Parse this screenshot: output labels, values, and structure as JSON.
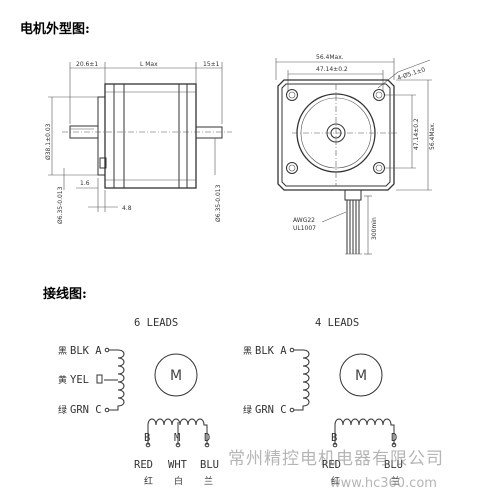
{
  "headings": {
    "outline": "电机外型图:",
    "wiring": "接线图:"
  },
  "dimensions": {
    "front_shaft_length": "20.6±1",
    "body_length": "L Max",
    "rear_shaft_length": "15±1",
    "flange_dia": "Ø38.1±0.03",
    "shaft_dia_front": "Ø6.35-0.013",
    "shaft_dia_rear": "Ø6.35-0.013",
    "flat_depth": "1.6",
    "flange_thickness": "4.8",
    "body_width": "56.4Max.",
    "hole_spacing_h": "47.14±0.2",
    "hole_spacing_v": "47.14±0.2",
    "body_height": "56.4Max.",
    "hole_spec": "4-Ø5.1±0",
    "wire_length": "300min",
    "wire_spec_1": "AWG22",
    "wire_spec_2": "UL1007"
  },
  "diagrams": {
    "six_leads": {
      "title": "6 LEADS",
      "motor_symbol": "M",
      "left_labels": [
        {
          "cn": "黑",
          "en": "BLK A"
        },
        {
          "cn": "黄",
          "en": "YEL"
        },
        {
          "cn": "绿",
          "en": "GRN C"
        }
      ],
      "bottom_labels": [
        {
          "letter": "B",
          "en": "RED",
          "cn": "红"
        },
        {
          "letter": "M",
          "en": "WHT",
          "cn": "白"
        },
        {
          "letter": "D",
          "en": "BLU",
          "cn": "兰"
        }
      ]
    },
    "four_leads": {
      "title": "4 LEADS",
      "motor_symbol": "M",
      "left_labels": [
        {
          "cn": "黑",
          "en": "BLK A"
        },
        {
          "cn": "绿",
          "en": "GRN C"
        }
      ],
      "bottom_labels": [
        {
          "letter": "B",
          "en": "RED",
          "cn": "红"
        },
        {
          "letter": "D",
          "en": "BLU",
          "cn": "兰"
        }
      ]
    }
  },
  "watermark": {
    "company": "常州精控电机电器有限公司",
    "site": "www.hc360.com"
  }
}
